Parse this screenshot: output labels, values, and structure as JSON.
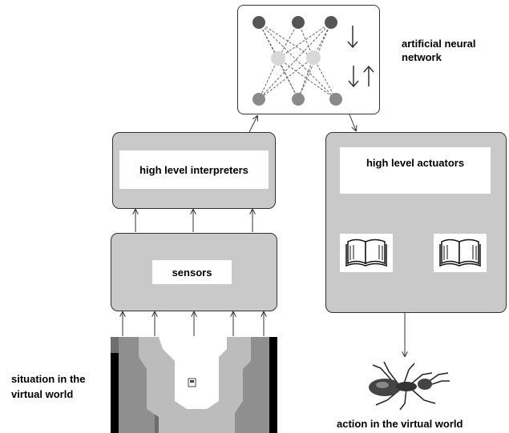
{
  "labels": {
    "ann": "artificial neural\nnetwork",
    "interpreters": "high level interpreters",
    "actuators": "high level actuators",
    "sensors": "sensors",
    "situation": "situation in the\nvirtual world",
    "action": "action in the virtual world"
  },
  "icons": {
    "book": "open-book-icon",
    "ant": "ant-icon",
    "arrow_down": "↓",
    "arrow_up": "↑"
  },
  "colors": {
    "box_fill": "#c9c9c9",
    "node_top": "#555555",
    "node_mid": "#d8d8d8",
    "node_bottom": "#8a8a8a"
  }
}
